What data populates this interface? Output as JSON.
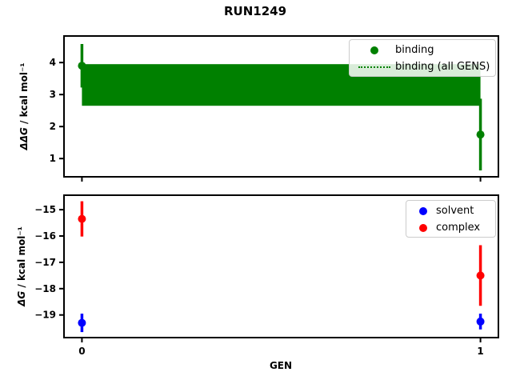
{
  "figure": {
    "title": "RUN1249"
  },
  "chart_data": [
    {
      "type": "scatter",
      "subplot": "top",
      "title": "RUN1249",
      "ylabel": "ΔΔG / kcal mol⁻¹",
      "ylabel_math": "ΔΔG",
      "ylabel_rest": " / kcal mol⁻¹",
      "xlabel": "",
      "x": [
        0,
        1
      ],
      "xlim": [
        -0.045,
        1.045
      ],
      "ylim": [
        0.43,
        4.83
      ],
      "yticks": [
        4,
        3,
        2,
        1
      ],
      "ytick_labels": [
        "4",
        "3",
        "2",
        "1"
      ],
      "xticks": [
        0,
        1
      ],
      "xtick_labels": [
        "",
        ""
      ],
      "grid": false,
      "legend_position": "upper right",
      "series": [
        {
          "name": "binding",
          "style": "errorbar-points",
          "marker": "circle",
          "color": "#008000",
          "y": [
            3.9,
            1.75
          ],
          "yerr": [
            0.68,
            1.12
          ]
        },
        {
          "name": "binding (all GENS)",
          "style": "band-with-dotted-mean",
          "color": "#008000",
          "band": [
            2.65,
            3.95
          ],
          "mean": 3.3
        }
      ]
    },
    {
      "type": "scatter",
      "subplot": "bottom",
      "xlabel": "GEN",
      "ylabel": "ΔG / kcal mol⁻¹",
      "ylabel_math": "ΔG",
      "ylabel_rest": " / kcal mol⁻¹",
      "x": [
        0,
        1
      ],
      "xlim": [
        -0.045,
        1.045
      ],
      "ylim": [
        -19.86,
        -14.45
      ],
      "yticks": [
        -15,
        -16,
        -17,
        -18,
        -19
      ],
      "ytick_labels": [
        "−15",
        "−16",
        "−17",
        "−18",
        "−19"
      ],
      "xticks": [
        0,
        1
      ],
      "xtick_labels": [
        "0",
        "1"
      ],
      "grid": false,
      "legend_position": "upper right",
      "series": [
        {
          "name": "solvent",
          "style": "errorbar-points",
          "marker": "circle",
          "color": "#0000ff",
          "y": [
            -19.3,
            -19.25
          ],
          "yerr": [
            0.35,
            0.3
          ]
        },
        {
          "name": "complex",
          "style": "errorbar-points",
          "marker": "circle",
          "color": "#ff0000",
          "y": [
            -15.35,
            -17.5
          ],
          "yerr": [
            0.67,
            1.15
          ]
        }
      ]
    }
  ]
}
